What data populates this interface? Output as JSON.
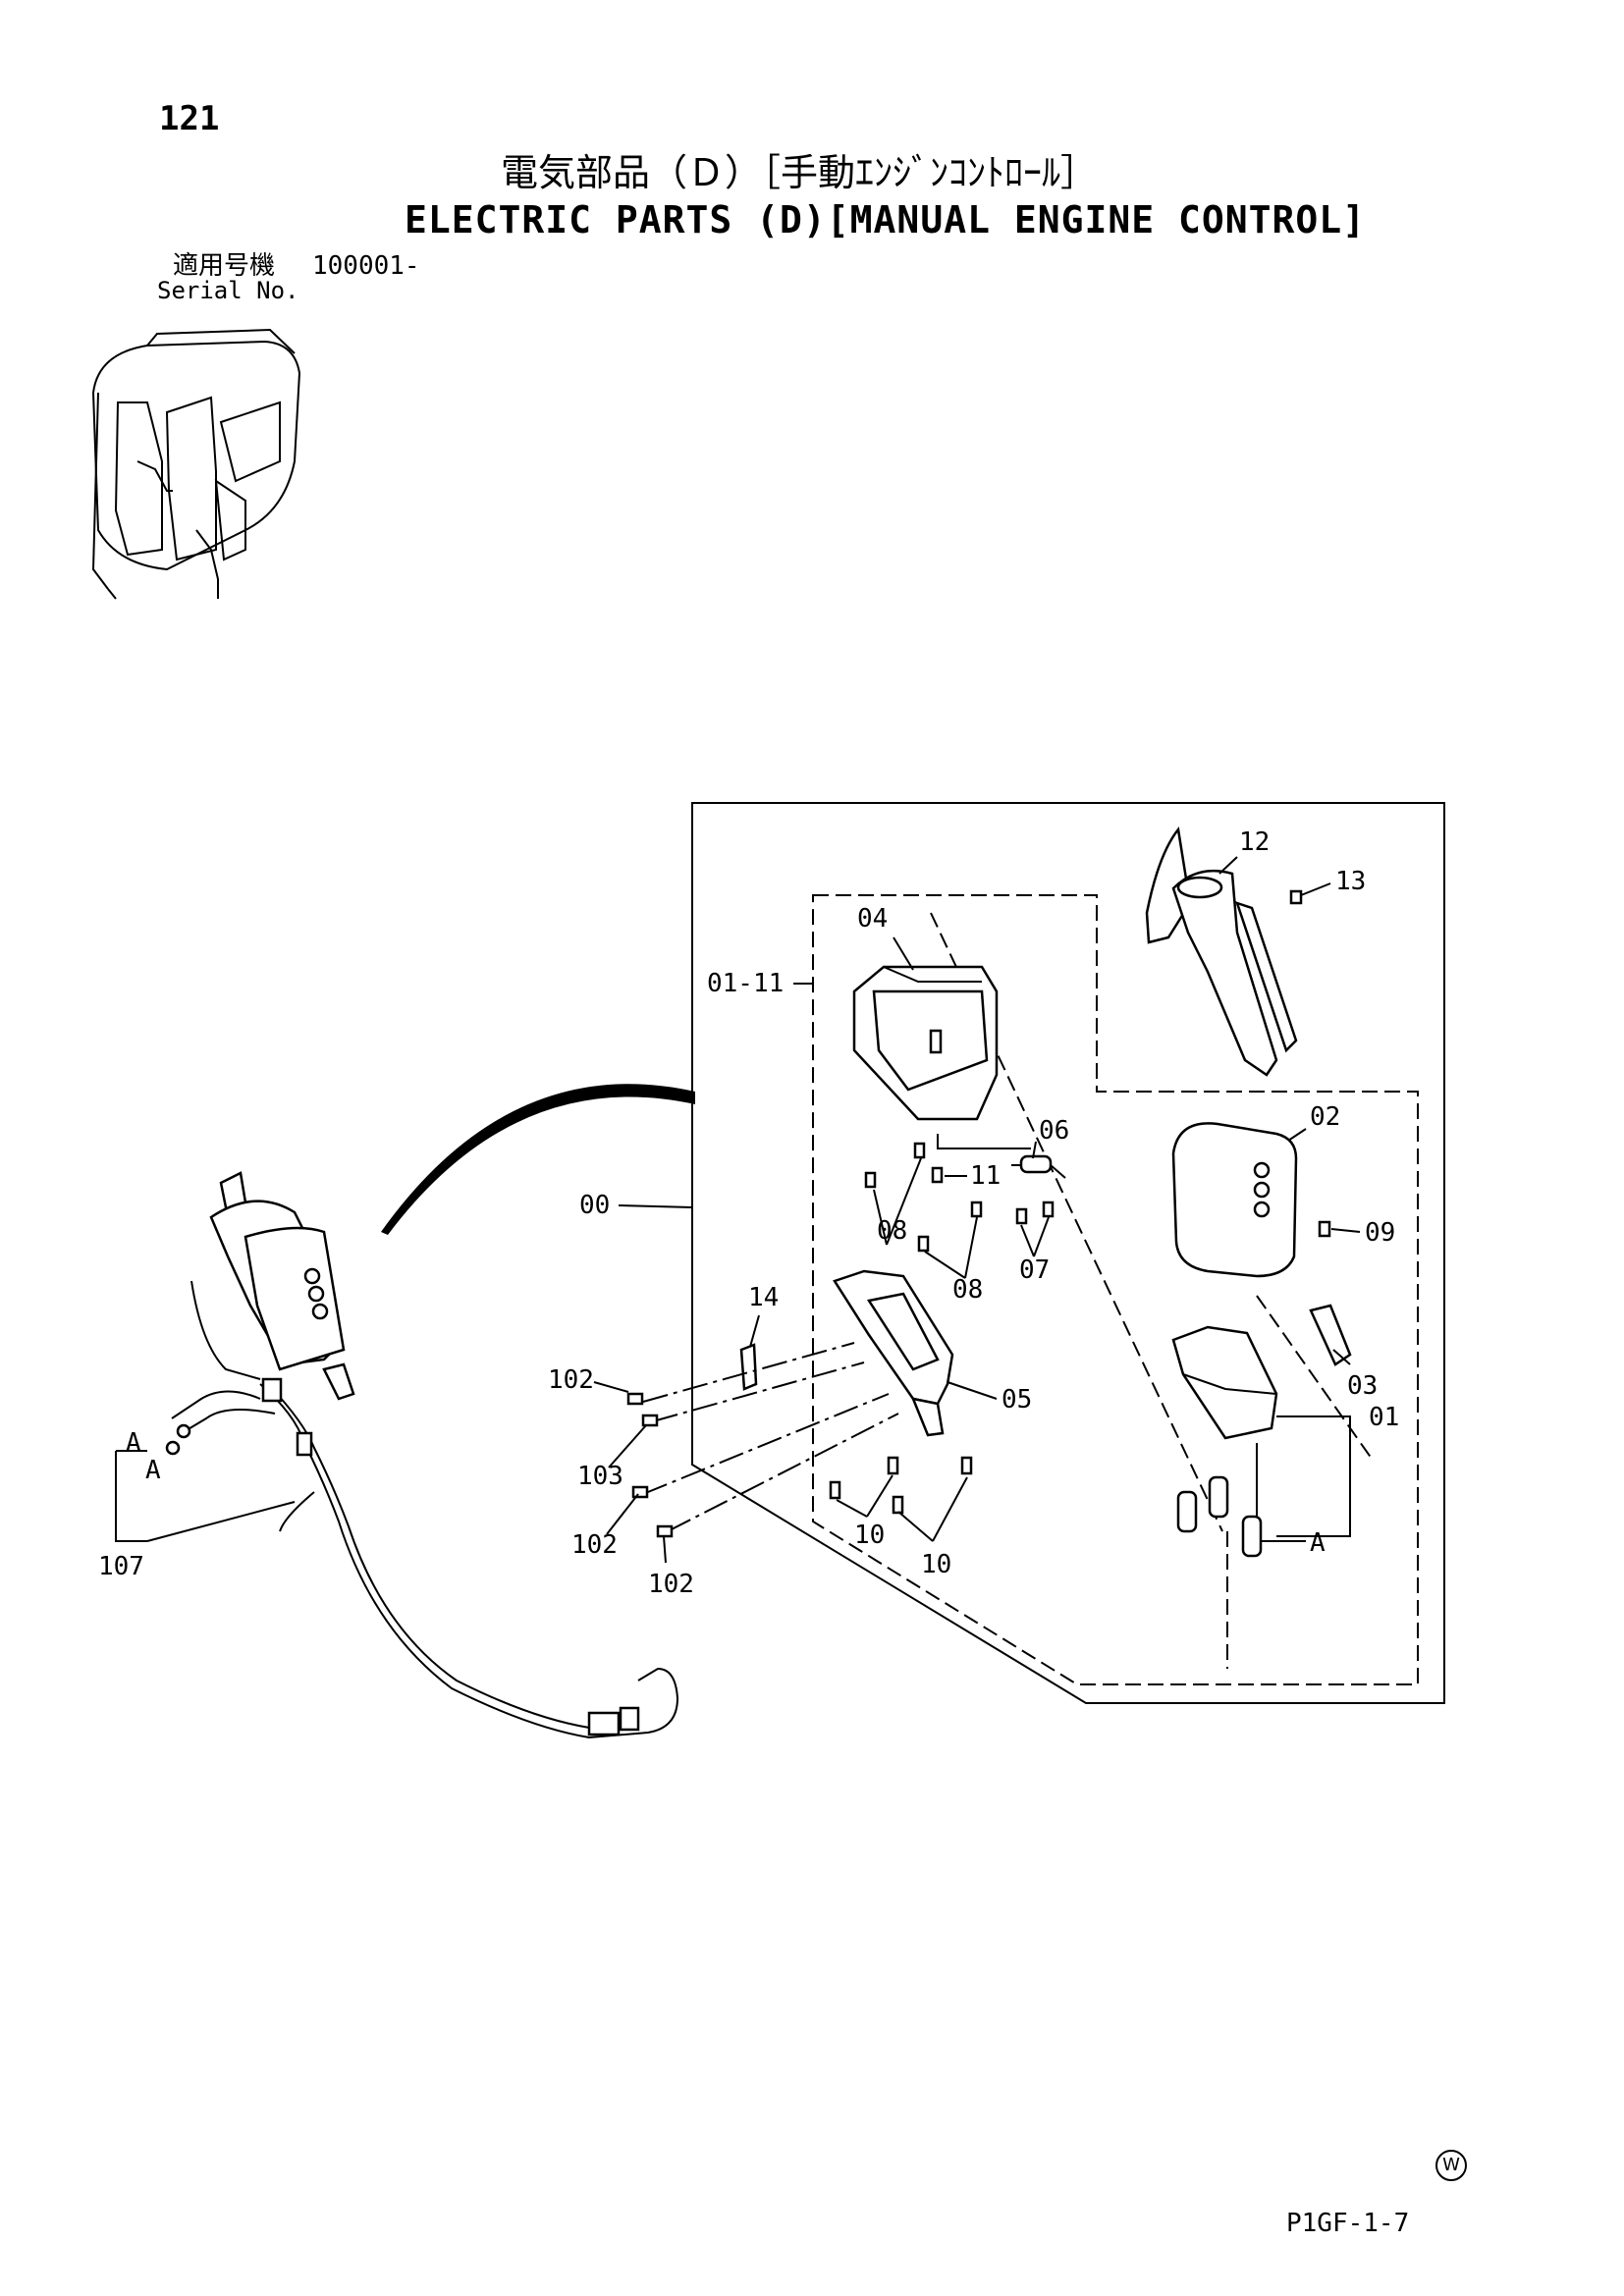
{
  "page_number": "121",
  "title_ja": "電気部品（Ｄ）［手動ｴﾝｼﾞﾝｺﾝﾄﾛｰﾙ］",
  "title_en": "ELECTRIC PARTS (D)[MANUAL ENGINE CONTROL]",
  "serial": {
    "label_ja": "適用号機",
    "value": "100001-",
    "label_en": "Serial No."
  },
  "callouts": {
    "c12": "12",
    "c13": "13",
    "c04": "04",
    "c01_11": "01-11",
    "c06": "06",
    "c02": "02",
    "c11": "11",
    "c00": "00",
    "c08a": "08",
    "c08b": "08",
    "c07": "07",
    "c09": "09",
    "c14": "14",
    "c102a": "102",
    "c05": "05",
    "c03": "03",
    "c01": "01",
    "c103": "103",
    "c102b": "102",
    "c102c": "102",
    "c10a": "10",
    "c10b": "10",
    "cA_right": "A",
    "cA1": "A",
    "cA2": "A",
    "c107": "107"
  },
  "footer": {
    "mark": "W",
    "code": "P1GF-1-7"
  }
}
